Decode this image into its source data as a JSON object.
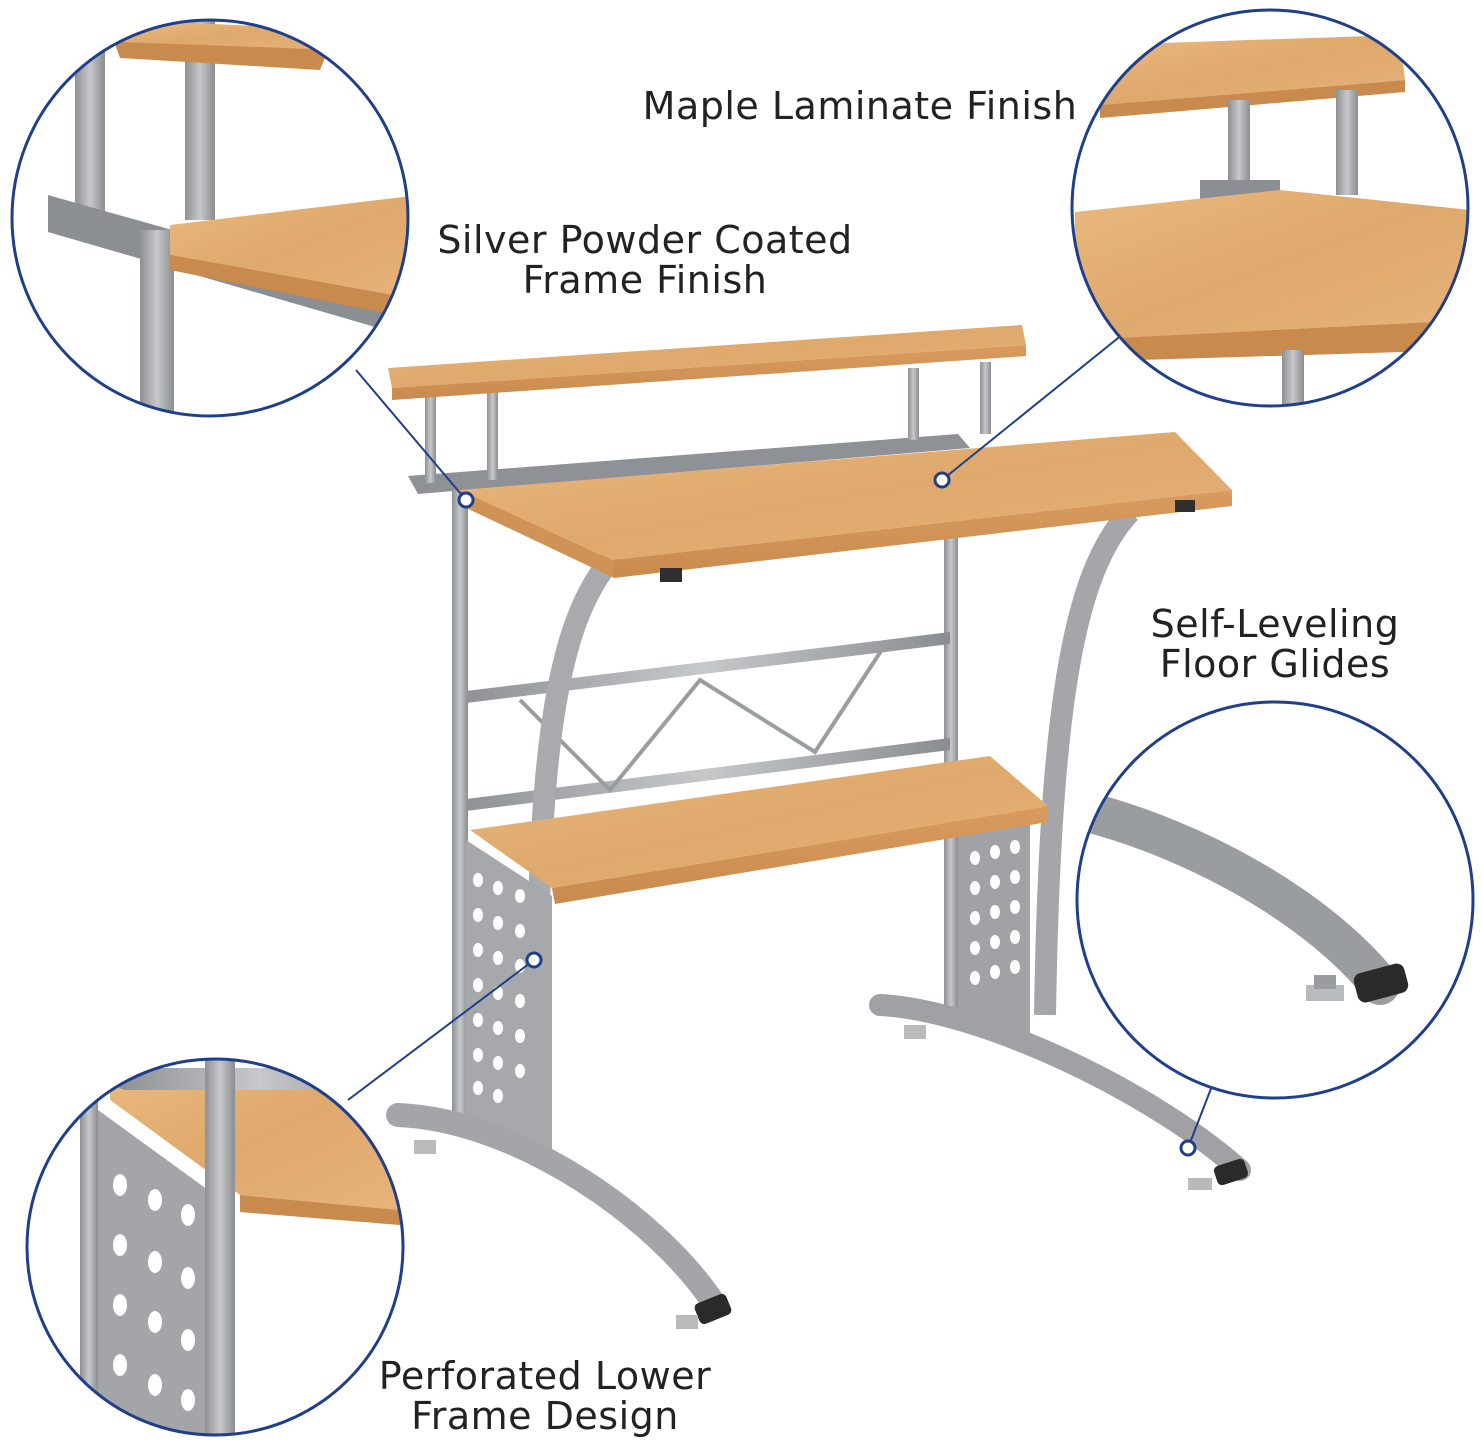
{
  "colors": {
    "wood_top": "#e2ad72",
    "wood_edge": "#d29659",
    "metal": "#a7a9ab",
    "metal_dark": "#7c7f82",
    "foot_cap": "#2a2a2a",
    "callout_ring": "#1f3f8a",
    "text": "#222222"
  },
  "callouts": {
    "maple": {
      "line1": "Maple Laminate Finish",
      "line2": ""
    },
    "silver": {
      "line1": "Silver Powder Coated",
      "line2": "Frame Finish"
    },
    "glides": {
      "line1": "Self-Leveling",
      "line2": "Floor Glides"
    },
    "perforated": {
      "line1": "Perforated Lower",
      "line2": "Frame Design"
    }
  }
}
